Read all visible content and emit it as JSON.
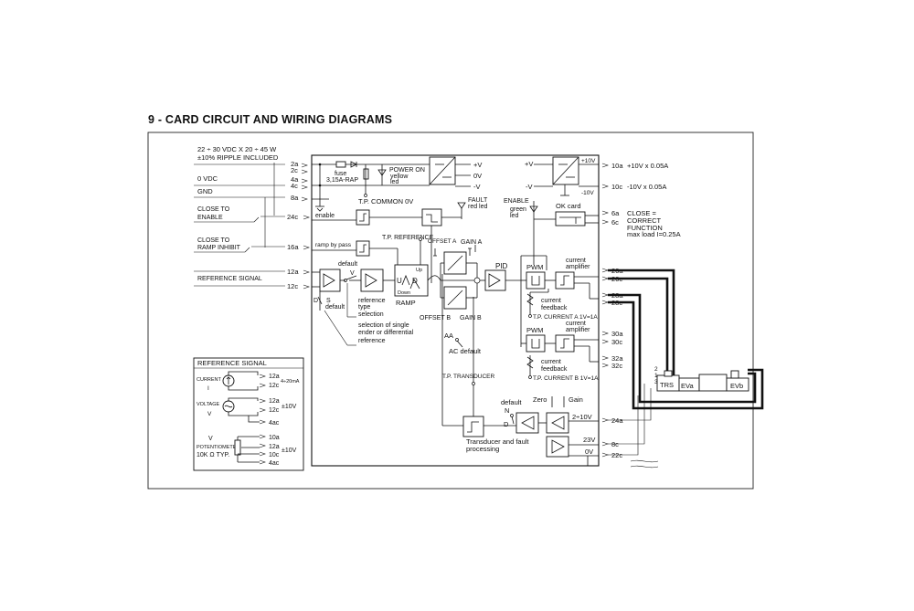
{
  "heading": "9 - CARD CIRCUIT AND WIRING DIAGRAMS",
  "supply": {
    "line1": "22 ÷ 30 VDC X 20 ÷ 45 W",
    "line2": "±10% RIPPLE INCLUDED"
  },
  "left_labels": {
    "zero_vdc": "0 VDC",
    "gnd": "GND",
    "close_enable_1": "CLOSE TO",
    "close_enable_2": "ENABLE",
    "close_ramp_1": "CLOSE TO",
    "close_ramp_2": "RAMP INHIBIT",
    "reference_signal": "REFERENCE SIGNAL"
  },
  "pins_left": [
    "2a",
    "2c",
    "4a",
    "4c",
    "8a",
    "24c",
    "16a",
    "12a",
    "12c"
  ],
  "pins_right": [
    "10a",
    "10c",
    "6a",
    "6c",
    "26a",
    "26c",
    "28a",
    "28c",
    "30a",
    "30c",
    "32a",
    "32c",
    "24a",
    "8c",
    "22c"
  ],
  "power_block": {
    "fuse": "fuse",
    "fuse_rating": "3,15A-RAP",
    "power_on_1": "POWER ON",
    "power_on_2": "yellow",
    "power_on_3": "led",
    "plus_v": "+V",
    "zero_v": "0V",
    "minus_v": "-V",
    "tp_common": "T.P. COMMON 0V"
  },
  "ref_block": {
    "plus_v": "+V",
    "minus_v": "-V",
    "plus_10v": "+10V",
    "minus_10v": "-10V",
    "out_10a": "+10V  x 0.05A",
    "out_10c": "-10V  x 0.05A"
  },
  "ok_block": {
    "enable": "ENABLE",
    "green_1": "green",
    "green_2": "led",
    "ok_card": "OK card",
    "close_1": "CLOSE =",
    "close_2": "CORRECT",
    "close_3": "FUNCTION",
    "close_4": "max load I=0.25A"
  },
  "fault": {
    "label_1": "FAULT",
    "label_2": "red led"
  },
  "controls": {
    "enable": "enable",
    "ramp_bypass": "ramp by pass",
    "tp_reference": "T.P. REFERENCE",
    "default_top": "default",
    "v_label": "V",
    "d_label": "D",
    "s_label": "S",
    "default_bottom": "default",
    "ref_type_1": "reference",
    "ref_type_2": "type",
    "ref_type_3": "selection",
    "single_1": "selection of single",
    "single_2": "ender or differential",
    "single_3": "reference",
    "ramp": "RAMP",
    "ramp_u": "U",
    "ramp_d": "D",
    "ramp_up": "Up",
    "ramp_down": "Down",
    "offset_a": "OFFSET A",
    "gain_a": "GAIN A",
    "offset_b": "OFFSET B",
    "gain_b": "GAIN B",
    "pid": "PID",
    "aa": "AA",
    "ac_default": "AC default",
    "tp_transducer": "T.P. TRANSDUCER"
  },
  "amp_a": {
    "pwm": "PWM",
    "amp_1": "current",
    "amp_2": "amplifier",
    "fb_1": "current",
    "fb_2": "feedback",
    "tp": "T.P. CURRENT A 1V=1A"
  },
  "amp_b": {
    "pwm": "PWM",
    "amp_1": "current",
    "amp_2": "amplifier",
    "fb_1": "current",
    "fb_2": "feedback",
    "tp": "T.P. CURRENT B 1V=1A"
  },
  "transducer": {
    "default": "default",
    "n": "N",
    "d": "D",
    "zero": "Zero",
    "gain": "Gain",
    "range": "2÷10V",
    "v23": "23V",
    "v0": "0V",
    "proc_1": "Transducer and fault",
    "proc_2": "processing"
  },
  "valve": {
    "trs": "TRS",
    "eva": "EVa",
    "evb": "EVb",
    "pins": [
      "2",
      "1",
      "3"
    ]
  },
  "ref_table": {
    "title": "REFERENCE SIGNAL",
    "current": {
      "label": "CURRENT",
      "sym": "I",
      "pins": [
        "12a",
        "12c"
      ],
      "range": "4÷20mA"
    },
    "voltage": {
      "label": "VOLTAGE",
      "sym": "V",
      "pins": [
        "12a",
        "12c",
        "4ac"
      ],
      "range": "±10V"
    },
    "pot": {
      "sym": "V",
      "label": "POTENTIOMETER",
      "typ": "10K Ω  TYP.",
      "pins": [
        "10a",
        "12a",
        "10c",
        "4ac"
      ],
      "range": "±10V"
    }
  }
}
